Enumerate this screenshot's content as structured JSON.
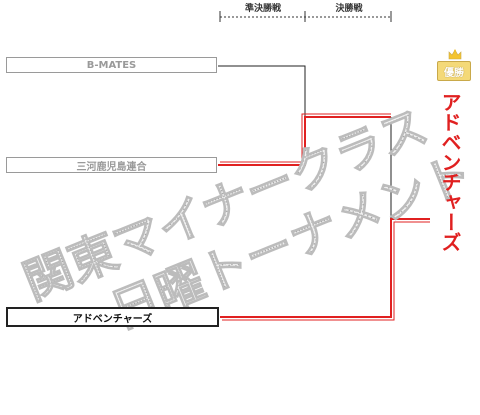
{
  "rounds": {
    "semifinal": "準決勝戦",
    "final": "決勝戦"
  },
  "teams": [
    {
      "name": "B-MATES"
    },
    {
      "name": "三河鹿児島連合"
    },
    {
      "name": "アドベンチャーズ"
    }
  ],
  "champion": {
    "badge": "優勝",
    "name": "アドベンチャーズ"
  },
  "watermark": {
    "line1": "関東マイナークラス",
    "line2": "日曜トーナメント"
  },
  "colors": {
    "winner_line": "#e02020",
    "loser_line": "#222222",
    "badge_gold": "#f4d978"
  }
}
